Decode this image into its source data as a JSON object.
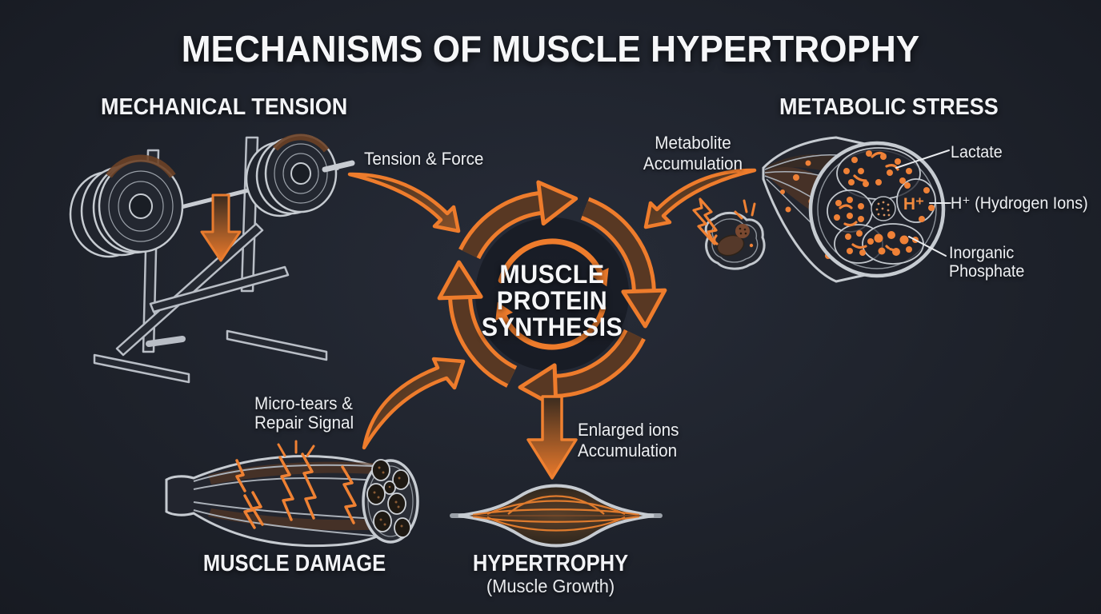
{
  "title": "MECHANISMS OF MUSCLE HYPERTROPHY",
  "colors": {
    "background": "#1d212a",
    "accent_orange": "#ee7c2c",
    "arrow_fill_brown": "#583823",
    "illustration_outline_gray": "#c6cbd1",
    "text_white": "#f3f4f6"
  },
  "sections": {
    "mechanical_tension": {
      "heading": "MECHANICAL TENSION"
    },
    "metabolic_stress": {
      "heading": "METABOLIC STRESS",
      "h_plus": "H⁺",
      "annotations": {
        "lactate": "Lactate",
        "hydrogen": "H⁺ (Hydrogen Ions)",
        "inorganic_line1": "Inorganic",
        "inorganic_line2": "Phosphate"
      }
    },
    "muscle_damage": {
      "heading": "MUSCLE DAMAGE"
    },
    "hypertrophy": {
      "heading": "HYPERTROPHY",
      "subheading": "(Muscle Growth)"
    }
  },
  "cycle": {
    "line1": "MUSCLE",
    "line2": "PROTEIN",
    "line3": "SYNTHESIS"
  },
  "arrow_labels": {
    "tension": "Tension & Force",
    "metabolite_line1": "Metabolite",
    "metabolite_line2": "Accumulation",
    "micro_line1": "Micro-tears &",
    "micro_line2": "Repair Signal",
    "enlarged_line1": "Enlarged ions",
    "enlarged_line2": "Accumulation"
  }
}
